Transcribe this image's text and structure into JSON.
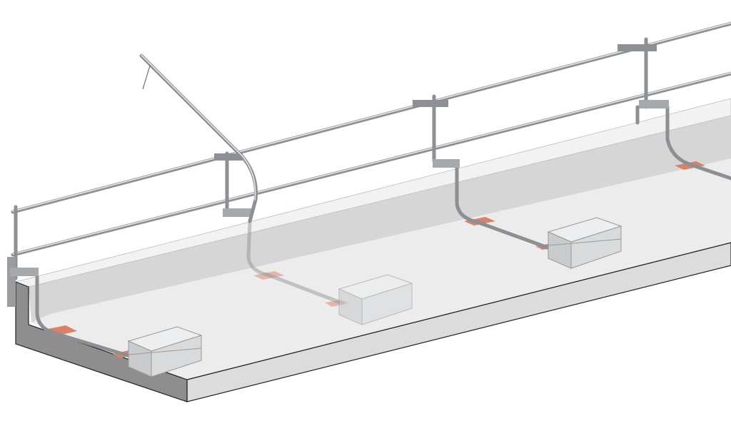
{
  "illustration": {
    "subject": "guardrail-system",
    "colors": {
      "background": "#ffffff",
      "slab_top": "#ececec",
      "parapet_face": "#d9d9d9",
      "slab_section": "#8e8e8e",
      "tube": "#8c8f93",
      "block": "#d4d6d8",
      "pad": "#d9826a"
    },
    "post_count": 4,
    "block_count": 3
  }
}
